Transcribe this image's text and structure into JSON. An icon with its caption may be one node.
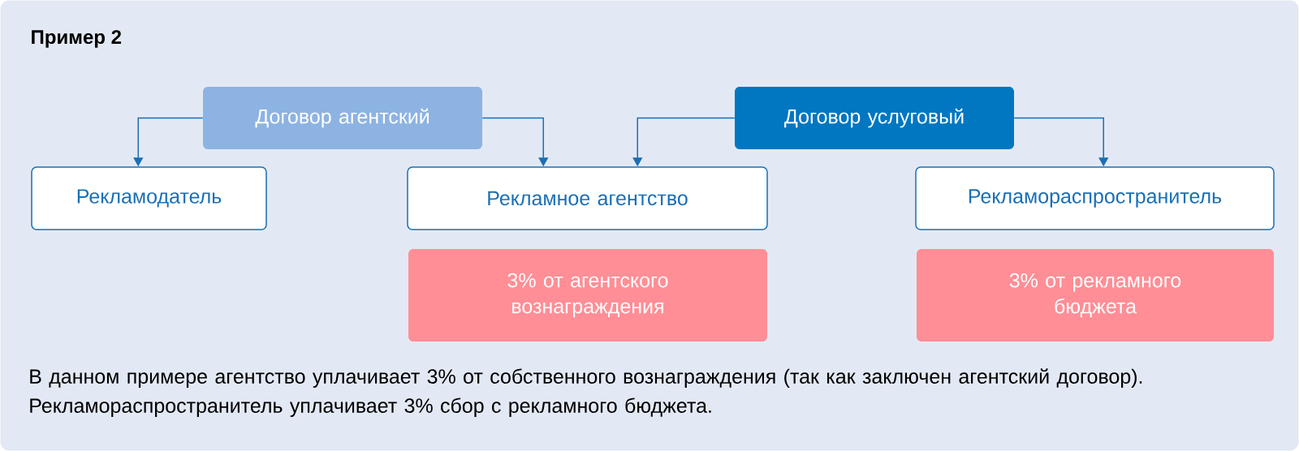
{
  "diagram": {
    "title": "Пример 2",
    "nodes": [
      {
        "text": [
          "Договор агентский"
        ]
      },
      {
        "text": [
          "Договор услуговый"
        ]
      },
      {
        "text": [
          "Рекламодатель"
        ]
      },
      {
        "text": [
          "Рекламное агентство"
        ]
      },
      {
        "text": [
          "Рекламораспространитель"
        ]
      },
      {
        "text": [
          "3% от агентского вознаграждения"
        ]
      },
      {
        "text": [
          "3% от рекламного бюджета"
        ]
      }
    ],
    "edges": [
      {
        "from": 0,
        "to": 2,
        "arrow": "to"
      },
      {
        "from": 0,
        "to": 3,
        "arrow": "to"
      },
      {
        "from": 1,
        "to": 3,
        "arrow": "to"
      },
      {
        "from": 1,
        "to": 4,
        "arrow": "to"
      }
    ],
    "caption": "В данном примере агентство уплачивает 3% от собственного вознаграждения (так как заключен агентский договор). Рекламораспространитель уплачивает 3% сбор с рекламного бюджета."
  }
}
